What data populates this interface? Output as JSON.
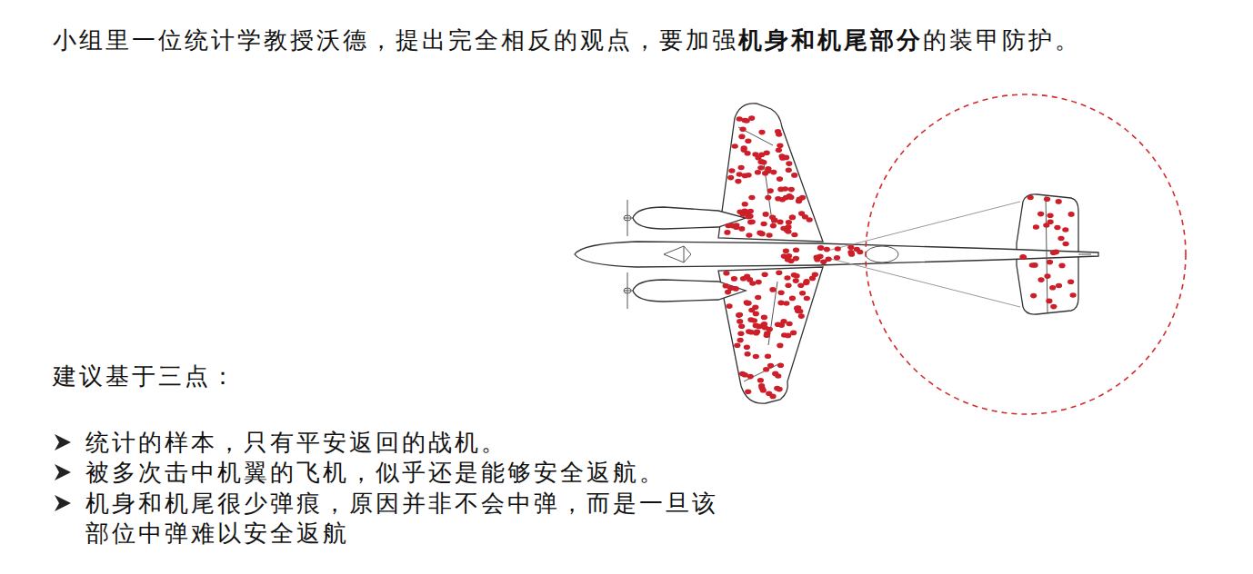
{
  "diagram": {
    "labels": [
      "小组里一位统计学教授沃德，提出完全相反的观点，要加强",
      "机身和机尾部分",
      "的装甲防护。",
      "建议基于三点：",
      "统计的样本，只有平安返回的战机。",
      "被多次击中机翼的飞机，似乎还是能够安全返航。",
      "机身和机尾很少弹痕，原因并非不会中弹，而是一旦该 部位中弹难以安全返航"
    ]
  }
}
